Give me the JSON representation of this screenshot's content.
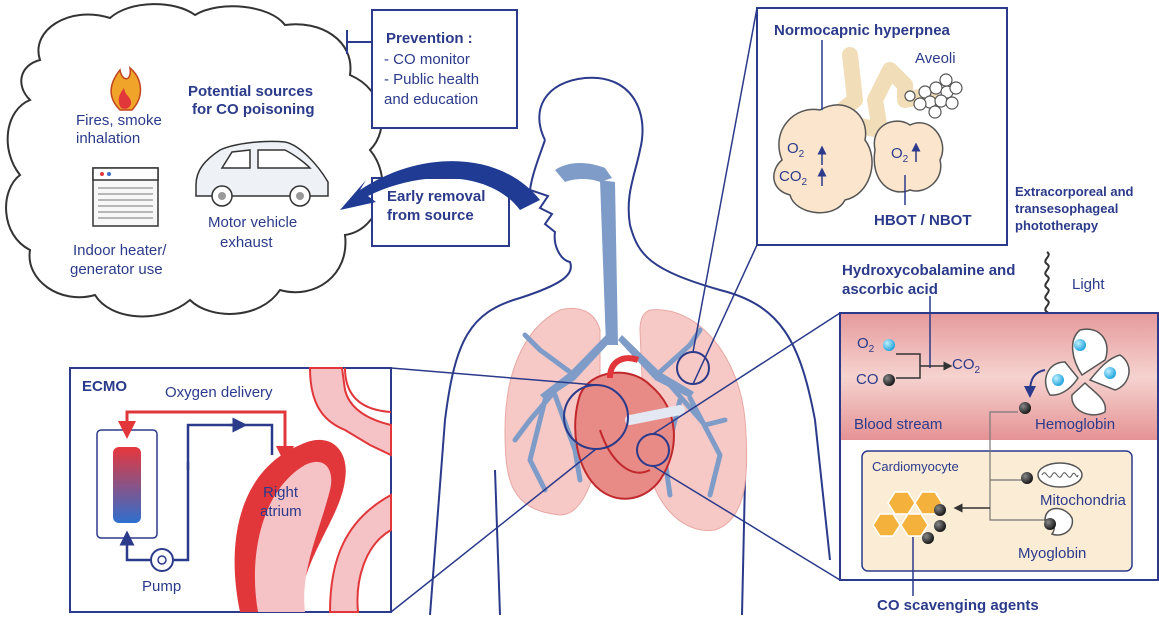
{
  "cloud": {
    "title_line1": "Potential sources",
    "title_line2": "for CO poisoning",
    "fires_line1": "Fires, smoke",
    "fires_line2": "inhalation",
    "vehicle_line1": "Motor vehicle",
    "vehicle_line2": "exhaust",
    "heater_line1": "Indoor heater/",
    "heater_line2": "generator use"
  },
  "prevention": {
    "title": "Prevention :",
    "item1": "- CO monitor",
    "item2_line1": "- Public health",
    "item2_line2": "and education"
  },
  "removal": {
    "line1": "Early removal",
    "line2": "from source"
  },
  "lungs_panel": {
    "title": "Normocapnic hyperpnea",
    "aveoli": "Aveoli",
    "o2": "O",
    "co2": "CO",
    "subscript": "2",
    "hbot": "HBOT / NBOT"
  },
  "phototherapy": {
    "line1": "Extracorporeal and",
    "line2": "transesophageal",
    "line3": "phototherapy",
    "light": "Light"
  },
  "hydroxy": {
    "line1": "Hydroxycobalamine and",
    "line2": "ascorbic acid"
  },
  "blood_panel": {
    "o2": "O",
    "co": "CO",
    "co2": "CO",
    "subscript": "2",
    "blood_stream": "Blood stream",
    "hemoglobin": "Hemoglobin"
  },
  "cardio_panel": {
    "title": "Cardiomyocyte",
    "mitochondria": "Mitochondria",
    "myoglobin": "Myoglobin"
  },
  "scavenging": "CO scavenging agents",
  "ecmo": {
    "title": "ECMO",
    "oxygen_delivery": "Oxygen delivery",
    "right_line1": "Right",
    "right_line2": "atrium",
    "pump": "Pump"
  },
  "colors": {
    "navy": "#2b3a8a",
    "airway_blue": "#7f9cc8",
    "lung_pink": "#f6c9c6",
    "blood_red": "#e2373a",
    "blood_band": "#e8a2a3",
    "cell_bg": "#fbecd6",
    "hex_orange": "#f4b13b",
    "cyan": "#3fb6e6"
  }
}
